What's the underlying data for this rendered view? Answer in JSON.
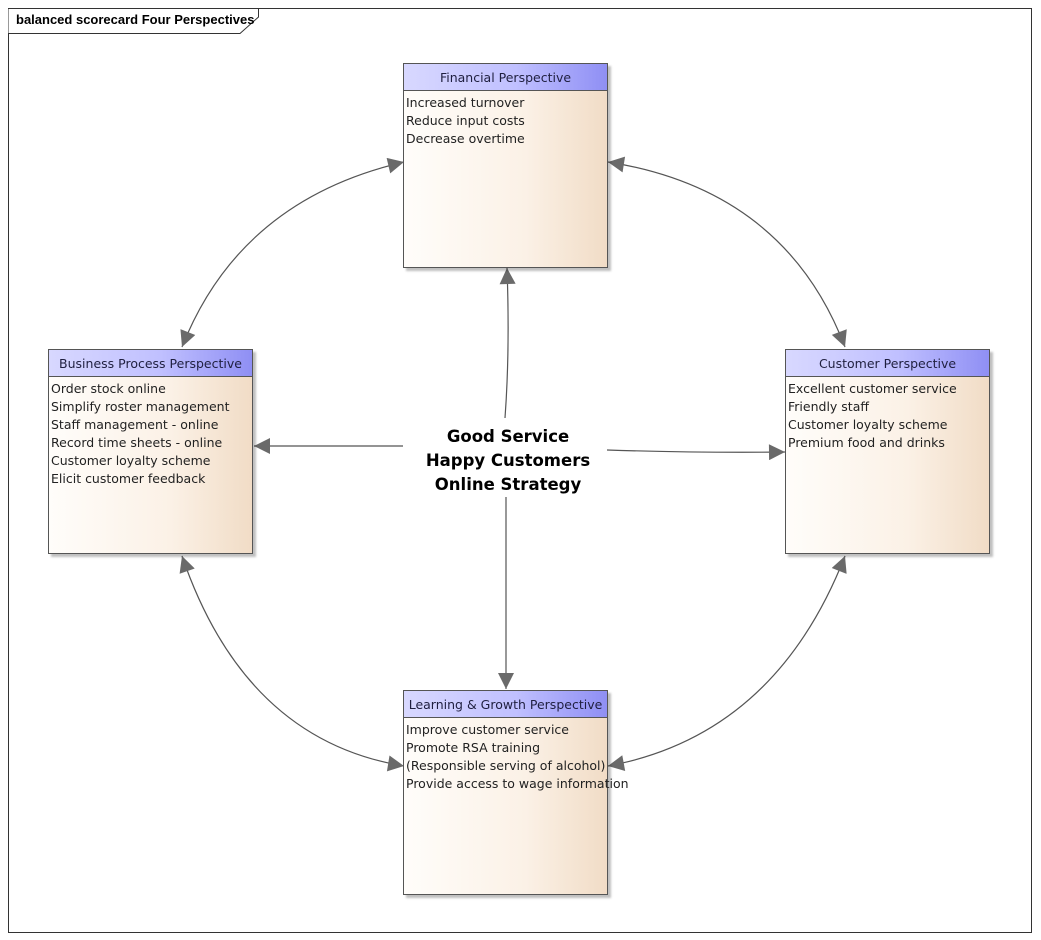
{
  "diagram_title": "balanced scorecard Four Perspectives",
  "perspectives": {
    "financial": {
      "title": "Financial Perspective",
      "items": [
        "Increased turnover",
        "Reduce input costs",
        "Decrease overtime"
      ]
    },
    "business": {
      "title": "Business Process Perspective",
      "items": [
        "Order stock online",
        "Simplify roster management",
        "Staff management - online",
        "Record time sheets - online",
        "Customer loyalty scheme",
        "Elicit customer feedback"
      ]
    },
    "customer": {
      "title": "Customer Perspective",
      "items": [
        "Excellent customer service",
        "Friendly staff",
        "Customer loyalty scheme",
        "Premium food and drinks"
      ]
    },
    "learning": {
      "title": "Learning & Growth Perspective",
      "items": [
        "Improve customer service",
        "Promote RSA training",
        "(Responsible serving of alcohol)",
        "Provide access to wage information"
      ]
    }
  },
  "center": {
    "lines": [
      "Good Service",
      "Happy Customers",
      "Online Strategy"
    ]
  },
  "colors": {
    "header_light": "#d8d8ff",
    "header_dark": "#8f8ff4",
    "body_light": "#fffdfa",
    "body_dark": "#f1dcc6",
    "connector": "#555555"
  }
}
